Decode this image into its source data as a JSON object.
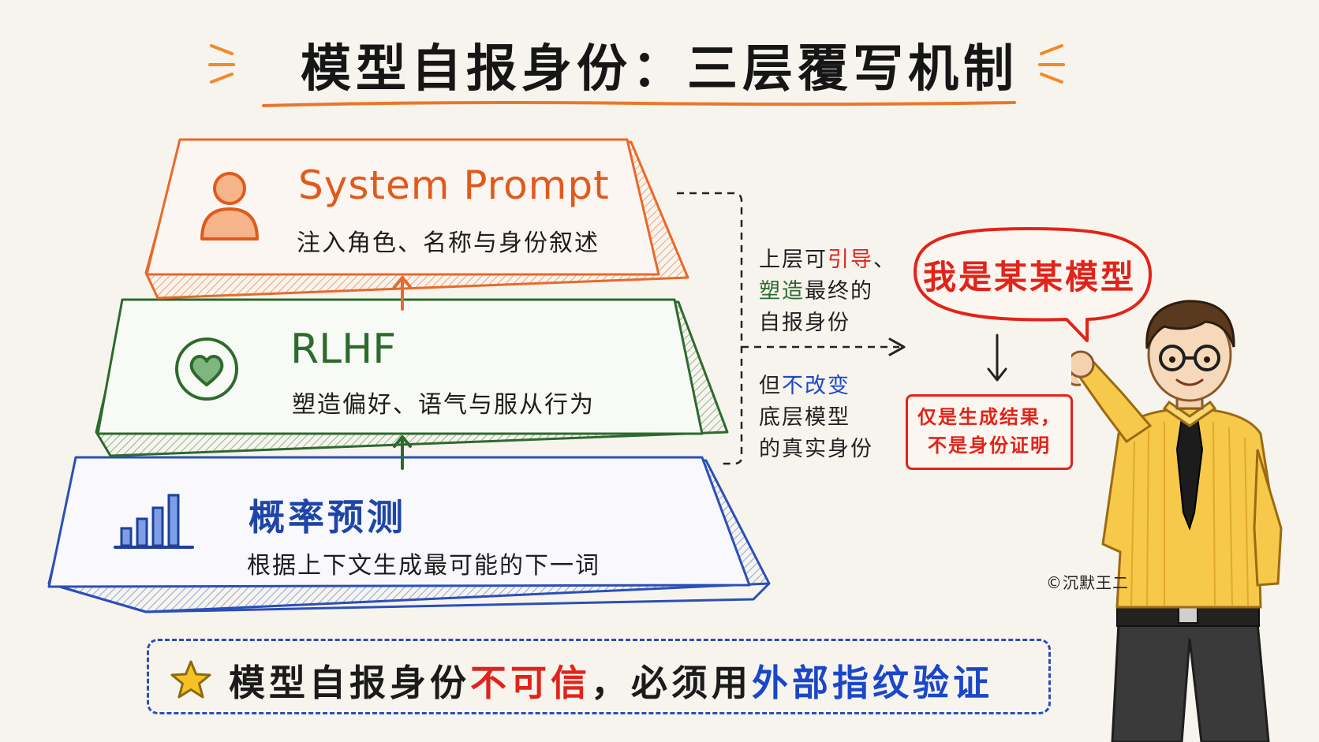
{
  "title": "模型自报身份：三层覆写机制",
  "layers": [
    {
      "title": "System Prompt",
      "description": "注入角色、名称与身份叙述",
      "icon": "person-icon",
      "color": "#e05a1c"
    },
    {
      "title": "RLHF",
      "description": "塑造偏好、语气与服从行为",
      "icon": "heart-icon",
      "color": "#2d6a2d"
    },
    {
      "title": "概率预测",
      "description": "根据上下文生成最可能的下一词",
      "icon": "bar-chart-icon",
      "color": "#1e45a8"
    }
  ],
  "note_upper": {
    "line1_a": "上层可",
    "line1_b": "引导",
    "line1_c": "、",
    "line2_a": "塑造",
    "line2_b": "最终的",
    "line3": "自报身份"
  },
  "note_lower": {
    "line1_a": "但",
    "line1_b": "不改变",
    "line2": "底层模型",
    "line3": "的真实身份"
  },
  "speech_bubble": "我是某某模型",
  "result_box": {
    "line1": "仅是生成结果，",
    "line2": "不是身份证明"
  },
  "copyright": "©沉默王二",
  "banner": {
    "icon": "star-icon",
    "part1": "模型自报身份",
    "part2": "不可信",
    "part3": "，必须用",
    "part4": "外部指纹验证"
  },
  "colors": {
    "orange": "#e05a1c",
    "green": "#2d6a2d",
    "blue": "#1e45a8",
    "red": "#e2231a",
    "background": "#f7f4ee"
  }
}
